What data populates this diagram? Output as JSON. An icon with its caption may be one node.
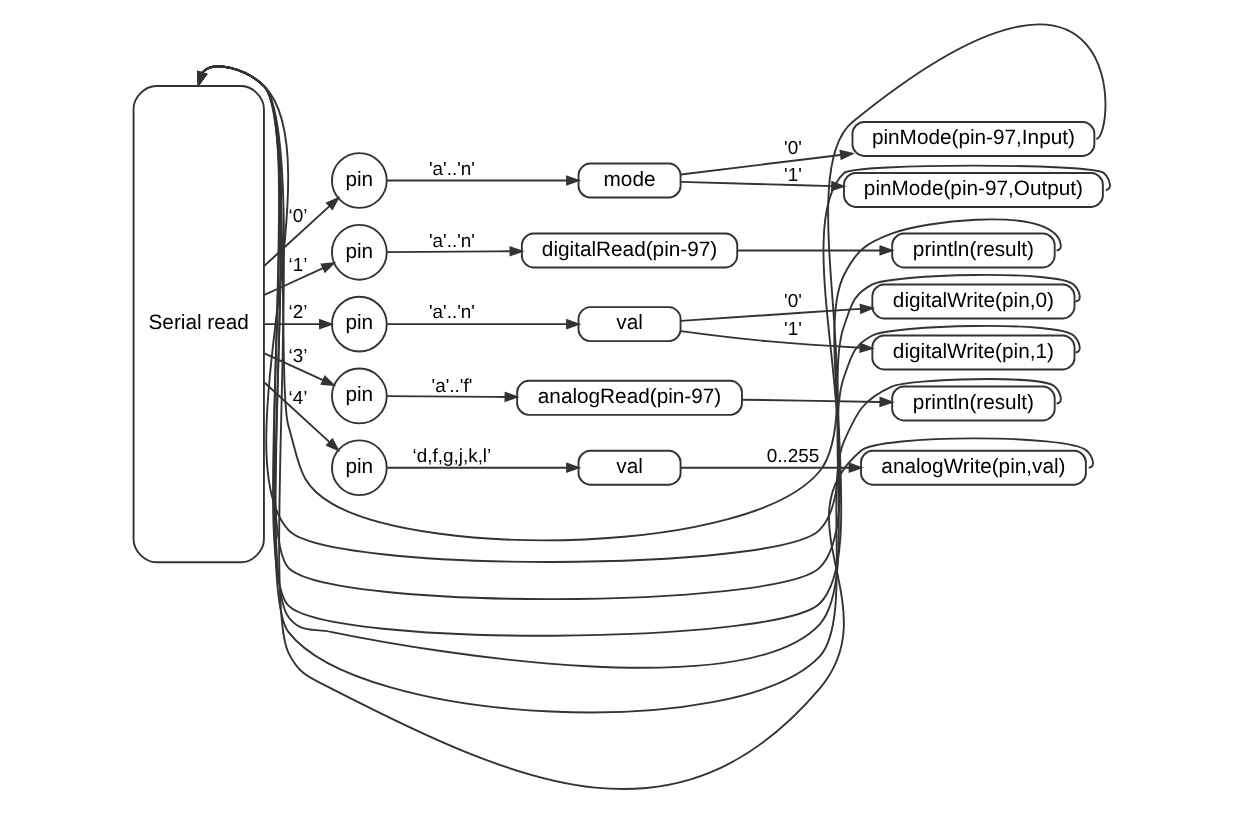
{
  "diagram": {
    "nodes": [
      {
        "text": [
          "Serial read"
        ]
      },
      {
        "text": [
          "pin"
        ]
      },
      {
        "text": [
          "mode"
        ]
      },
      {
        "text": [
          "pinMode(pin-97,Input)"
        ]
      },
      {
        "text": [
          "pinMode(pin-97,Output)"
        ]
      },
      {
        "text": [
          "pin"
        ]
      },
      {
        "text": [
          "digitalRead(pin-97)"
        ]
      },
      {
        "text": [
          "println(result)"
        ]
      },
      {
        "text": [
          "pin"
        ]
      },
      {
        "text": [
          "val"
        ]
      },
      {
        "text": [
          "digitalWrite(pin,0)"
        ]
      },
      {
        "text": [
          "digitalWrite(pin,1)"
        ]
      },
      {
        "text": [
          "pin"
        ]
      },
      {
        "text": [
          "analogRead(pin-97)"
        ]
      },
      {
        "text": [
          "println(result)"
        ]
      },
      {
        "text": [
          "pin"
        ]
      },
      {
        "text": [
          "val"
        ]
      },
      {
        "text": [
          "analogWrite(pin,val)"
        ]
      }
    ],
    "edges": [
      {
        "from": 0,
        "to": 1,
        "arrow": "to",
        "label": "‘0’"
      },
      {
        "from": 1,
        "to": 2,
        "arrow": "to",
        "label": "'a'..'n'"
      },
      {
        "from": 2,
        "to": 3,
        "arrow": "to",
        "label": "'0'"
      },
      {
        "from": 2,
        "to": 4,
        "arrow": "to",
        "label": "'1'"
      },
      {
        "from": 0,
        "to": 5,
        "arrow": "to",
        "label": "‘1’"
      },
      {
        "from": 5,
        "to": 6,
        "arrow": "to",
        "label": "'a'..'n'"
      },
      {
        "from": 6,
        "to": 7,
        "arrow": "to"
      },
      {
        "from": 0,
        "to": 8,
        "arrow": "to",
        "label": "‘2’"
      },
      {
        "from": 8,
        "to": 9,
        "arrow": "to",
        "label": "'a'..'n'"
      },
      {
        "from": 9,
        "to": 10,
        "arrow": "to",
        "label": "'0'"
      },
      {
        "from": 9,
        "to": 11,
        "arrow": "to",
        "label": "'1'"
      },
      {
        "from": 0,
        "to": 12,
        "arrow": "to",
        "label": "‘3’"
      },
      {
        "from": 12,
        "to": 13,
        "arrow": "to",
        "label": "'a'..'f'"
      },
      {
        "from": 13,
        "to": 14,
        "arrow": "to"
      },
      {
        "from": 0,
        "to": 15,
        "arrow": "to",
        "label": "‘4’"
      },
      {
        "from": 15,
        "to": 16,
        "arrow": "to",
        "label": "‘d,f,g,j,k,l’"
      },
      {
        "from": 16,
        "to": 17,
        "arrow": "to",
        "label": "0..255"
      },
      {
        "from": 3,
        "to": 0,
        "arrow": "to"
      },
      {
        "from": 4,
        "to": 0,
        "arrow": "to"
      },
      {
        "from": 7,
        "to": 0,
        "arrow": "to"
      },
      {
        "from": 10,
        "to": 0,
        "arrow": "to"
      },
      {
        "from": 11,
        "to": 0,
        "arrow": "to"
      },
      {
        "from": 14,
        "to": 0,
        "arrow": "to"
      },
      {
        "from": 17,
        "to": 0,
        "arrow": "to"
      }
    ]
  }
}
